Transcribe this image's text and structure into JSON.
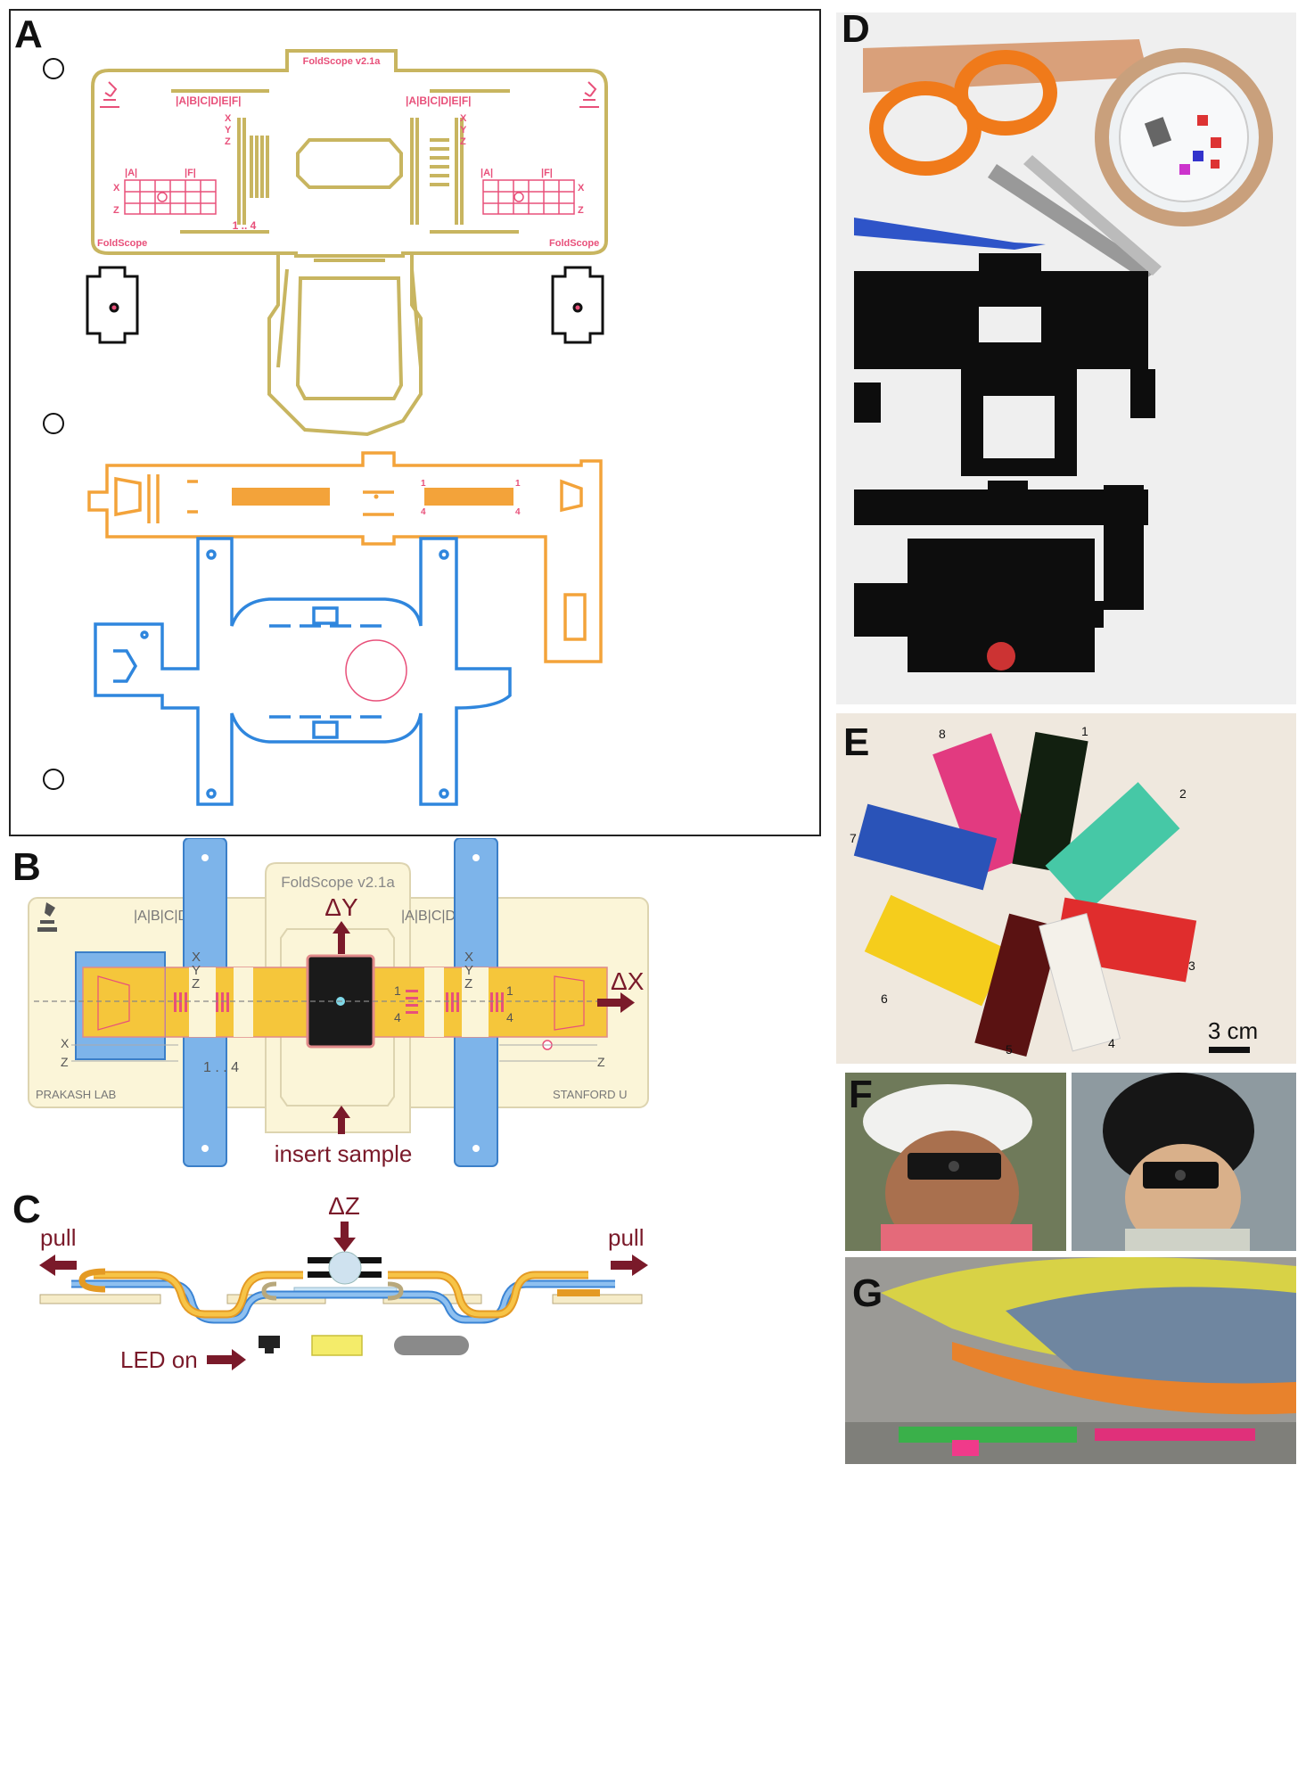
{
  "panels": {
    "a": {
      "label": "A"
    },
    "b": {
      "label": "B"
    },
    "c": {
      "label": "C"
    },
    "d": {
      "label": "D"
    },
    "e": {
      "label": "E"
    },
    "f": {
      "label": "F"
    },
    "g": {
      "label": "G"
    }
  },
  "a": {
    "title": "FoldScope v2.1a",
    "brand": "FoldScope",
    "letters": "|A|B|C|D|E|F|",
    "xyz": [
      "X",
      "Y",
      "Z"
    ],
    "grid_left": "|A|",
    "grid_right": "|F|",
    "grid_x": "X",
    "grid_z": "Z",
    "range": "1 .. 4",
    "marker_1": "1",
    "marker_4": "4"
  },
  "b": {
    "title": "FoldScope v2.1a",
    "letters": "|A|B|C|D|E|F|",
    "xyz": [
      "X",
      "Y",
      "Z"
    ],
    "range": "1 . . 4",
    "m1": "1",
    "m4": "4",
    "grid_x": "X",
    "grid_z": "Z",
    "dy": "ΔY",
    "dx": "ΔX",
    "insert": "insert sample",
    "lab_left": "PRAKASH LAB",
    "lab_right": "STANFORD U"
  },
  "c": {
    "dz": "ΔZ",
    "pull_left": "pull",
    "pull_right": "pull",
    "led": "LED on"
  },
  "e": {
    "numbers": [
      "1",
      "2",
      "3",
      "4",
      "5",
      "6",
      "7",
      "8"
    ],
    "scale": "3 cm"
  },
  "colors": {
    "gold": "#c8b560",
    "pink": "#e8507a",
    "orange": "#f3a33a",
    "blue": "#2f86dd",
    "maroon": "#7a1a2a"
  }
}
